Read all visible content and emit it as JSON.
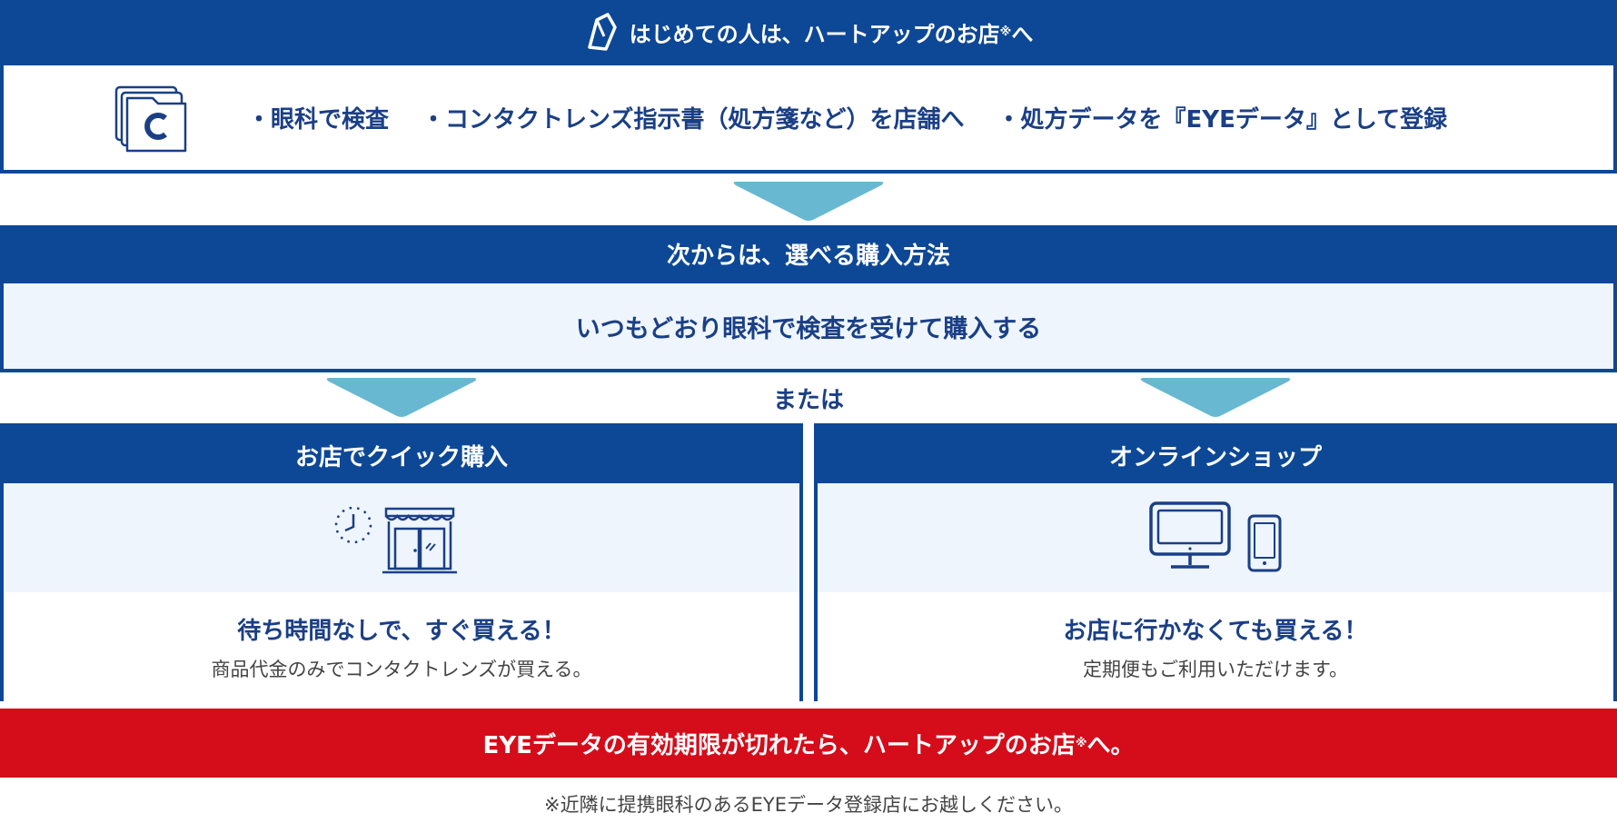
{
  "first_time": {
    "title": "はじめての人は、ハートアップのお店",
    "title_mark": "※",
    "title_suffix": "へ",
    "steps": [
      "・眼科で検査",
      "・コンタクトレンズ指示書（処方箋など）を店舗へ",
      "・処方データを『EYEデータ』として登録"
    ]
  },
  "next_time": {
    "title": "次からは、選べる購入方法",
    "option_main": "いつもどおり眼科で検査を受けて購入する",
    "or_label": "または"
  },
  "cards": {
    "store": {
      "title": "お店でクイック購入",
      "headline": "待ち時間なしで、すぐ買える！",
      "desc": "商品代金のみでコンタクトレンズが買える。"
    },
    "online": {
      "title": "オンラインショップ",
      "headline": "お店に行かなくても買える！",
      "desc": "定期便もご利用いただけます。"
    }
  },
  "expiry": {
    "text": "EYEデータの有効期限が切れたら、ハートアップのお店",
    "mark": "※",
    "suffix": "へ。"
  },
  "footnote": "※近隣に提携眼科のあるEYEデータ登録店にお越しください。",
  "colors": {
    "navy": "#0d4896",
    "light_bg": "#eef5fd",
    "arrow": "#67b8d0",
    "red": "#d50c1a"
  },
  "icons": [
    "heartup-logo-icon",
    "contact-lens-card-icon",
    "clock-icon",
    "storefront-icon",
    "monitor-icon",
    "smartphone-icon"
  ]
}
